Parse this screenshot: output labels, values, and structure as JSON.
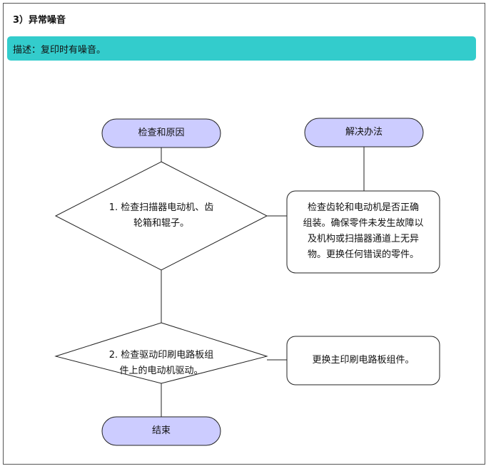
{
  "section": {
    "title": "3）异常噪音"
  },
  "description": {
    "text": "描述：复印时有噪音。"
  },
  "flowchart": {
    "start_label": "检查和原因",
    "solution_label": "解决办法",
    "check1": {
      "line1": "1. 检查扫描器电动机、齿",
      "line2": "轮箱和辊子。"
    },
    "solution1": {
      "line1": "检查齿轮和电动机是否正确",
      "line2": "组装。确保零件未发生故障以",
      "line3": "及机构或扫描器通道上无异",
      "line4": "物。更换任何错误的零件。"
    },
    "check2": {
      "line1": "2. 检查驱动印刷电路板组",
      "line2": "件上的电动机驱动。"
    },
    "solution2": {
      "text": "更换主印刷电路板组件。"
    },
    "end_label": "结束"
  },
  "colors": {
    "terminal_fill": "#ccccff",
    "description_bar": "#33cccc",
    "stroke": "#222222"
  }
}
